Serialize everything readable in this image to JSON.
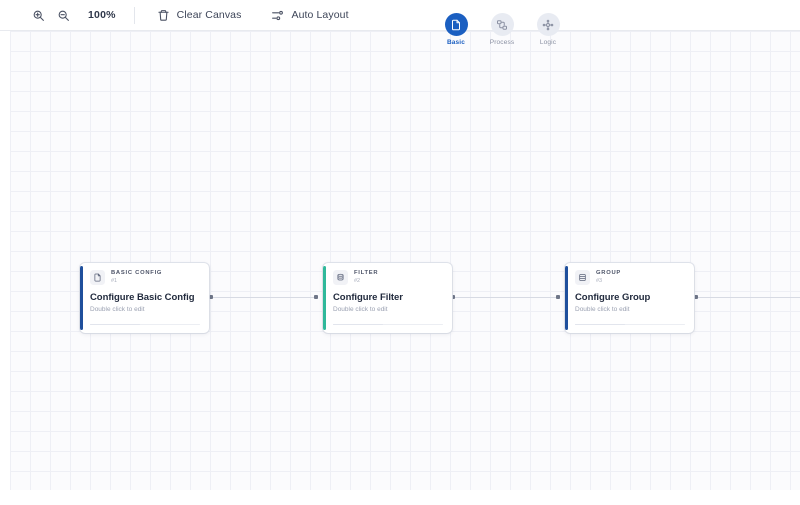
{
  "toolbar": {
    "zoom_in_label": "zoom-in",
    "zoom_out_label": "zoom-out",
    "zoom_level": "100%",
    "clear_canvas_label": "Clear Canvas",
    "auto_layout_label": "Auto Layout"
  },
  "palette": {
    "items": [
      {
        "label": "Basic",
        "icon": "document-icon",
        "active": true
      },
      {
        "label": "Process",
        "icon": "process-icon",
        "active": false
      },
      {
        "label": "Logic",
        "icon": "logic-icon",
        "active": false
      }
    ]
  },
  "canvas": {
    "nodes": [
      {
        "kind": "BASIC CONFIG",
        "number": "#1",
        "title": "Configure Basic Config",
        "hint": "Double click to edit",
        "accent": "#1f4f9c",
        "icon": "document-icon"
      },
      {
        "kind": "FILTER",
        "number": "#2",
        "title": "Configure Filter",
        "hint": "Double click to edit",
        "accent": "#2fb89a",
        "icon": "filter-icon"
      },
      {
        "kind": "GROUP",
        "number": "#3",
        "title": "Configure Group",
        "hint": "Double click to edit",
        "accent": "#1f4f9c",
        "icon": "group-icon"
      }
    ],
    "edge_color": "#d7dae3",
    "port_color": "#6f7688",
    "grid_color": "#e4e6ef"
  }
}
